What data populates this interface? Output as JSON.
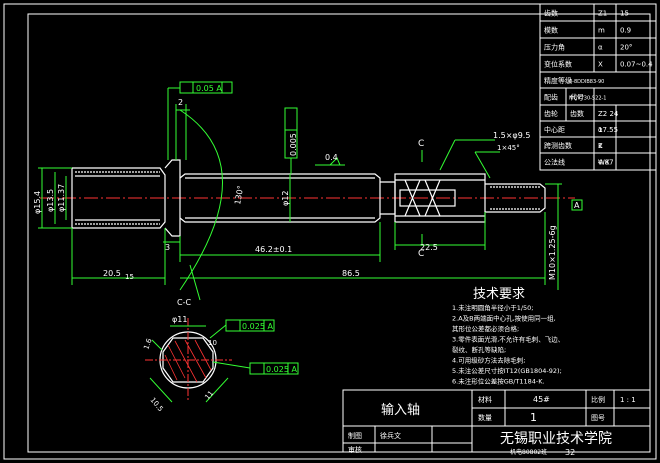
{
  "params": [
    {
      "label": "齿数",
      "sym": "Z1",
      "val": "15"
    },
    {
      "label": "模数",
      "sym": "m",
      "val": "0.9"
    },
    {
      "label": "压力角",
      "sym": "α",
      "val": "20°"
    },
    {
      "label": "变位系数",
      "sym": "X",
      "val": "0.07~0.4"
    },
    {
      "label": "精度等级",
      "sym": "",
      "val": "8-8DDIB83-90"
    },
    {
      "label": "配齿",
      "sym": "代号",
      "val": "MGV730-522-1"
    },
    {
      "label": "齿轮",
      "sym": "齿数",
      "val": "Z2 24"
    },
    {
      "label": "中心距",
      "sym": "α",
      "val": "17.55"
    },
    {
      "label": "跨测齿数",
      "sym": "K",
      "val": "2"
    },
    {
      "label": "公法线",
      "sym": "WK",
      "val": "4.87"
    }
  ],
  "dims": {
    "runout_top": "0.05 A",
    "d2": "2",
    "flatness": "0.005",
    "angle_04": "0.4",
    "c_label": "C",
    "chamfer1": "1.5×φ9.5",
    "chamfer2": "1×45°",
    "d_left1": "φ15.4",
    "d_left2": "φ13.5",
    "d_left3": "φ11.37",
    "d_mid": "φ12",
    "angle_130": "130°",
    "d_right": "M10×1.25-6g",
    "len_46": "46.2±0.1",
    "len_22": "22.5",
    "len_3": "3",
    "len_20": "20.5",
    "len_15": "15",
    "len_86": "86.5",
    "a_label": "A"
  },
  "section": {
    "title": "C-C",
    "d11": "φ11",
    "tol1": "0.025 A",
    "tol2": "0.025 A",
    "w1": "10",
    "dim_side": "1.6",
    "dim_a": "10.5",
    "dim_b": "11"
  },
  "notes": {
    "heading": "技术要求",
    "lines": [
      "1.未注明圆角半径小于1/50;",
      "2.A及B两端面中心孔,按使用同一组,",
      "  其形位公差都必须合格;",
      "3.零件表面光滑,不允许有毛刺、飞边、",
      "  裂纹、断孔等缺陷;",
      "4.可用级砂方法去除毛刺;",
      "5.未注公差尺寸按IT12(GB1804-92);",
      "6.未注形位公差按GB/T1184-K."
    ]
  },
  "title_block": {
    "part_name": "输入轴",
    "material_label": "材料",
    "material": "45#",
    "qty_label": "数量",
    "qty": "1",
    "scale_label": "比例",
    "scale": "1 : 1",
    "drawing_no_label": "图号",
    "drawn_label": "制图",
    "drawn_by": "徐兵文",
    "check_label": "审核",
    "school": "无锡职业技术学院",
    "class": "机电80802班",
    "num": "32"
  }
}
